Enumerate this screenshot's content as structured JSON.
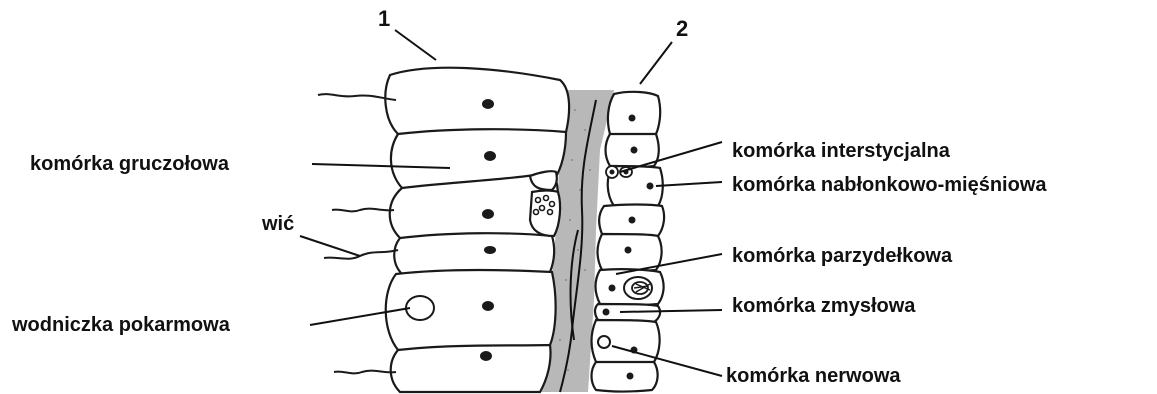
{
  "labels": {
    "n1": "1",
    "n2": "2",
    "interstitial": "komórka interstycjalna",
    "glandular": "komórka gruczołowa",
    "epithelial_muscle": "komórka nabłonkowo-mięśniowa",
    "flagellum": "wić",
    "cnidocyte": "komórka parzydełkowa",
    "sensory": "komórka zmysłowa",
    "food_vacuole": "wodniczka pokarmowa",
    "nerve": "komórka nerwowa"
  },
  "colors": {
    "mesoglea": "#b8b8b8",
    "outline": "#1a1a1a"
  }
}
